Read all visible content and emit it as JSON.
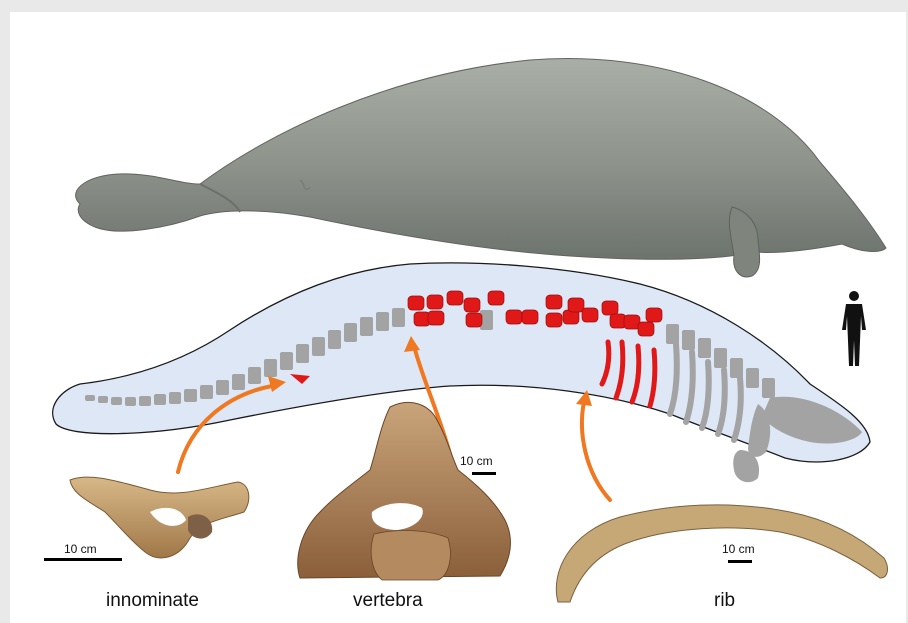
{
  "labels": {
    "innominate": "innominate",
    "vertebra": "vertebra",
    "rib": "rib"
  },
  "scale_bars": {
    "innominate": "10 cm",
    "vertebra": "10 cm",
    "rib": "10 cm"
  },
  "colors": {
    "body_fill": "#dde7f6",
    "skeleton": "#a3a3a3",
    "preserved_bones": "#e01818",
    "arrow": "#f07820",
    "animal_skin": "#8f968e",
    "fossil": "#b8925c"
  },
  "icons": {
    "scale_human": "human-silhouette-icon"
  }
}
